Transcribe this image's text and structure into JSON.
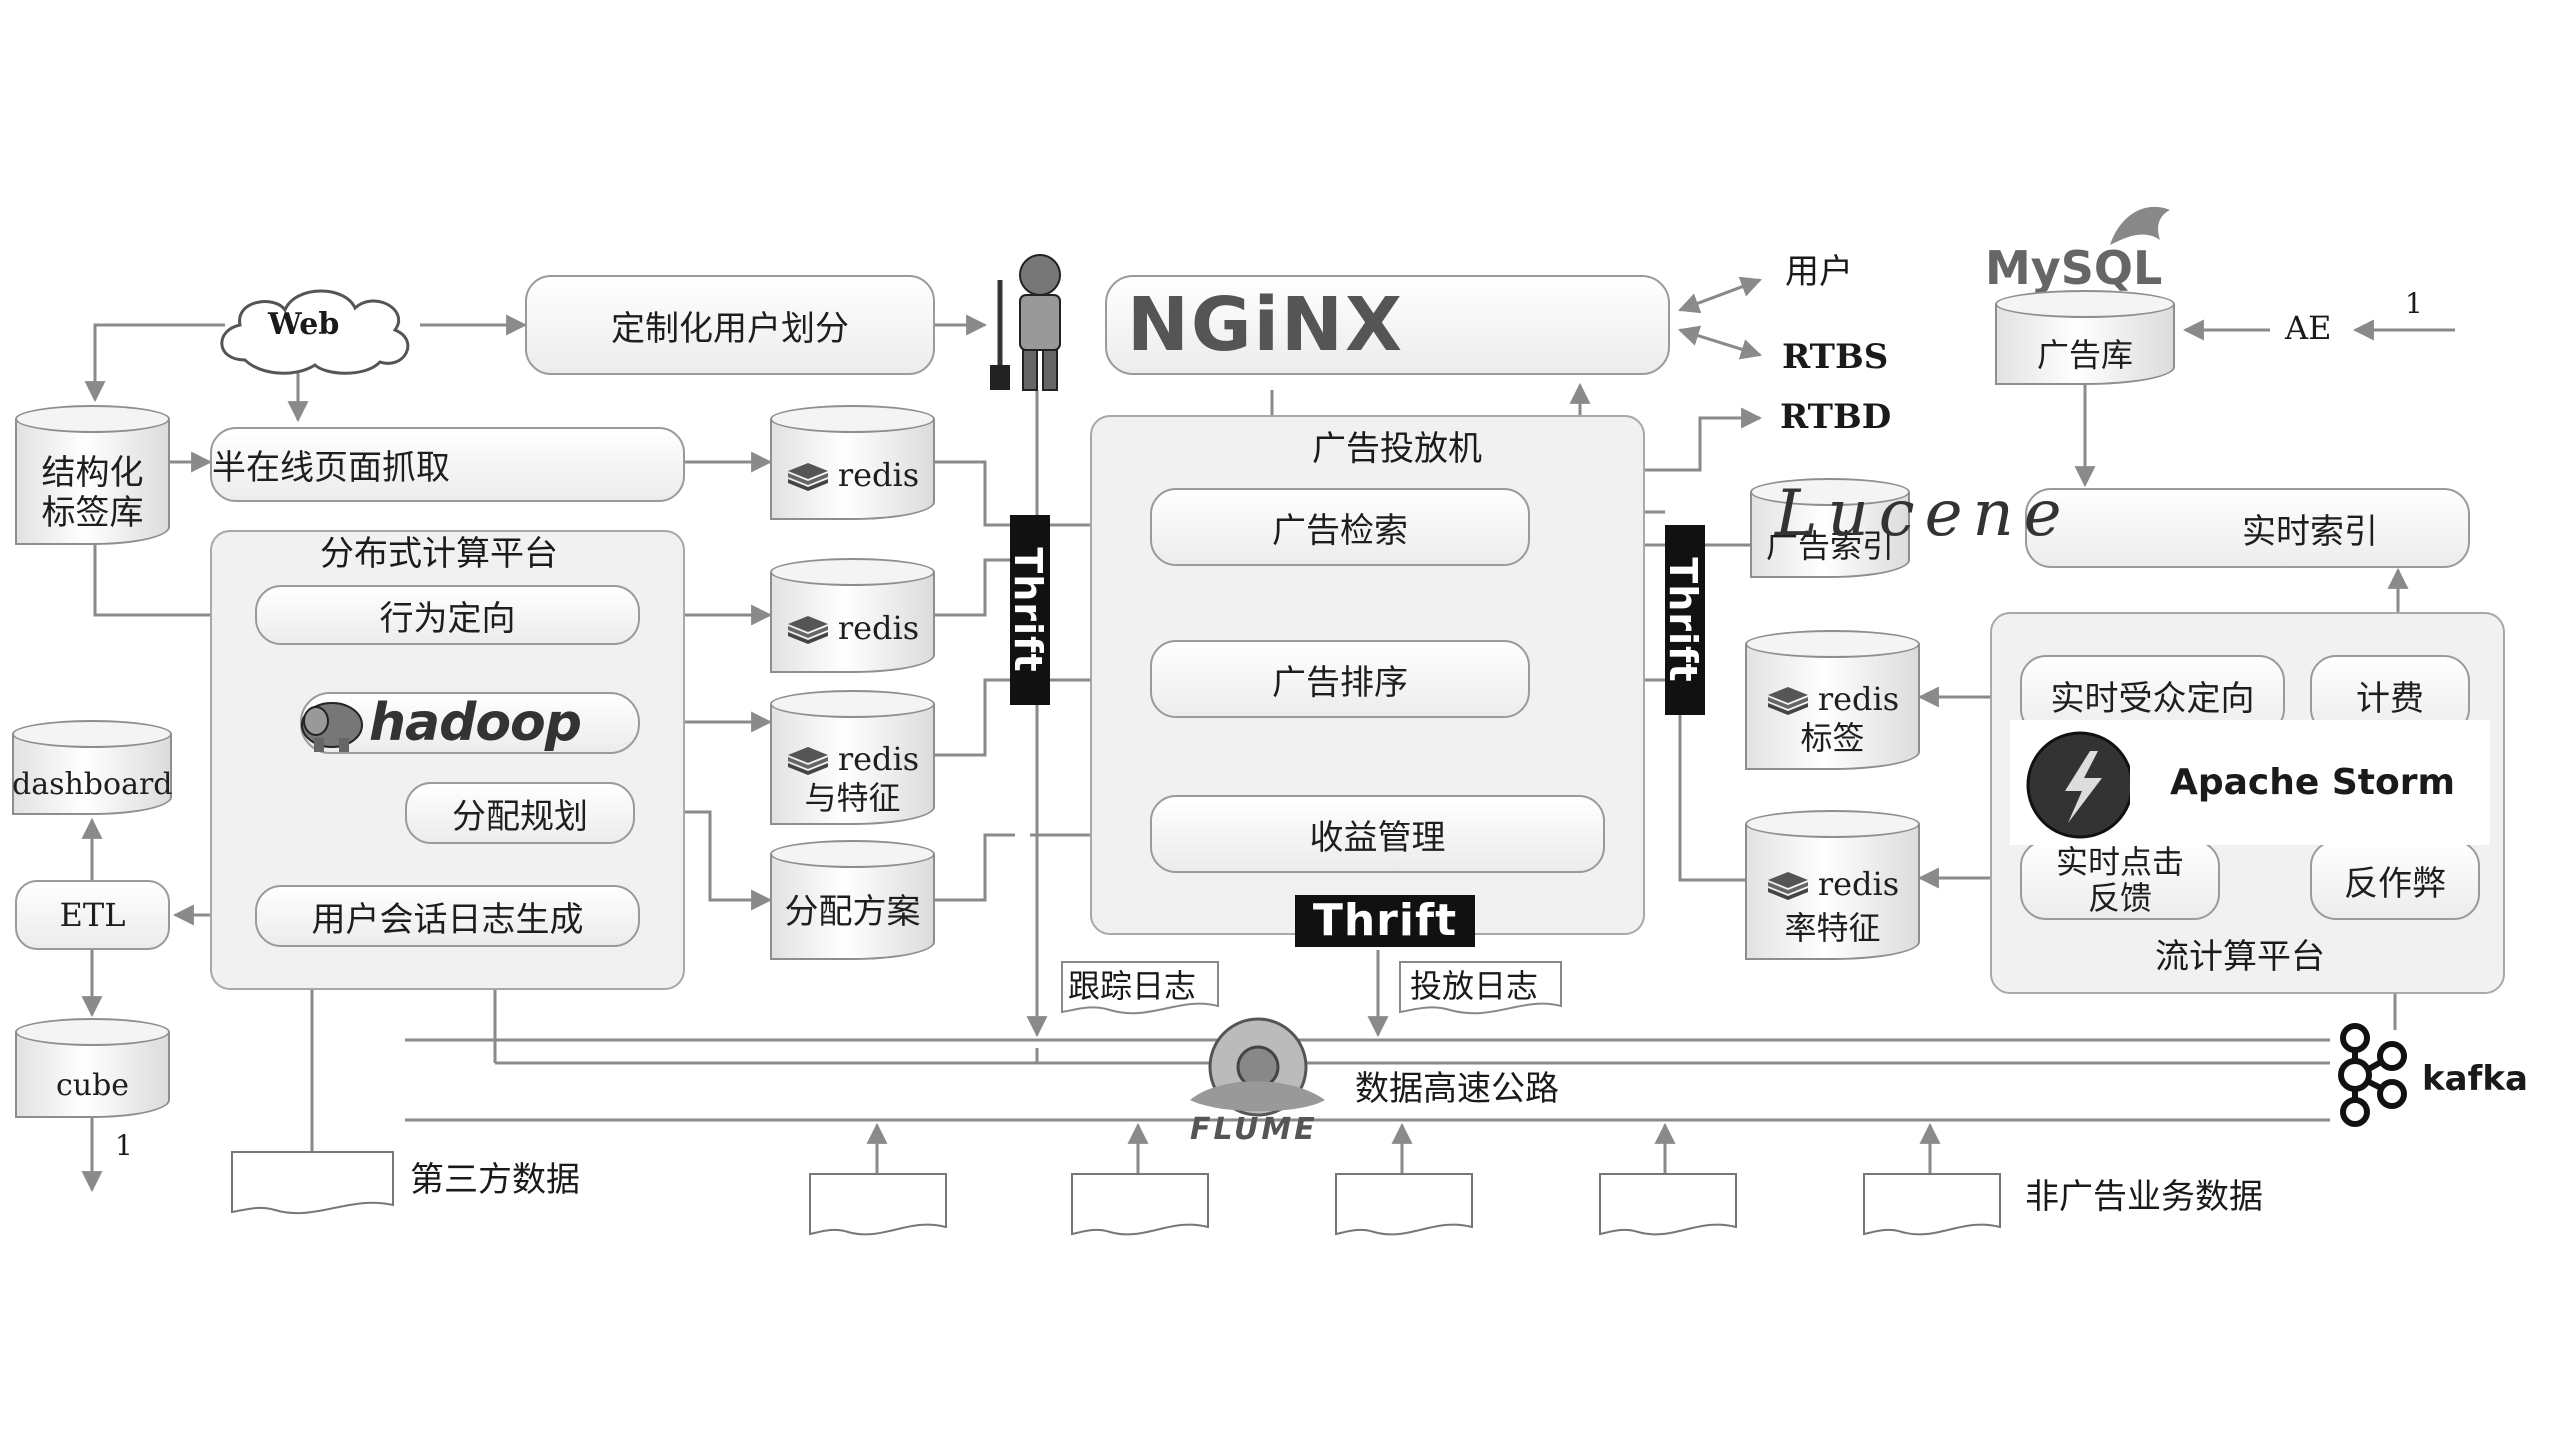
{
  "web": "Web",
  "custom_user_segment": "定制化用户划分",
  "nginx": "NGiNX",
  "users": "用户",
  "rtbs": "RTBS",
  "rtbd": "RTBD",
  "mysql": "MySQL",
  "ad_library": "广告库",
  "ae": "AE",
  "ae_num": "1",
  "struct_tag_lib": [
    "结构化",
    "标签库"
  ],
  "semi_online_crawl": "半在线页面抓取",
  "dist_platform": "分布式计算平台",
  "behavior_target": "行为定向",
  "hadoop": "hadoop",
  "alloc_plan": "分配规划",
  "session_log": "用户会话日志生成",
  "redis1": "redis",
  "redis2": "redis",
  "redis3": [
    "redis",
    "与特征"
  ],
  "alloc_scheme": "分配方案",
  "thrift": "Thrift",
  "ad_server": "广告投放机",
  "ad_retrieval": "广告检索",
  "ad_ranking": "广告排序",
  "revenue_mgmt": "收益管理",
  "lucene": "Lucene",
  "ad_index": "广告索引",
  "realtime_index": "实时索引",
  "redis_tags": [
    "redis",
    "标签"
  ],
  "redis_rate": [
    "redis",
    "率特征"
  ],
  "realtime_audience": "实时受众定向",
  "billing": "计费",
  "apache_storm": "Apache Storm",
  "realtime_click": [
    "实时点击",
    "反馈"
  ],
  "anti_fraud": "反作弊",
  "stream_platform": "流计算平台",
  "dashboard": "dashboard",
  "etl": "ETL",
  "cube": "cube",
  "cube_num": "1",
  "trace_log": "跟踪日志",
  "deliver_log": "投放日志",
  "flume": "FLUME",
  "data_highway": "数据高速公路",
  "kafka": "kafka",
  "third_party": "第三方数据",
  "non_ad_data": "非广告业务数据",
  "colors": {
    "line": "#8a8a8a",
    "panel": "#f1f1f1",
    "box_border": "#9a9a9a"
  }
}
